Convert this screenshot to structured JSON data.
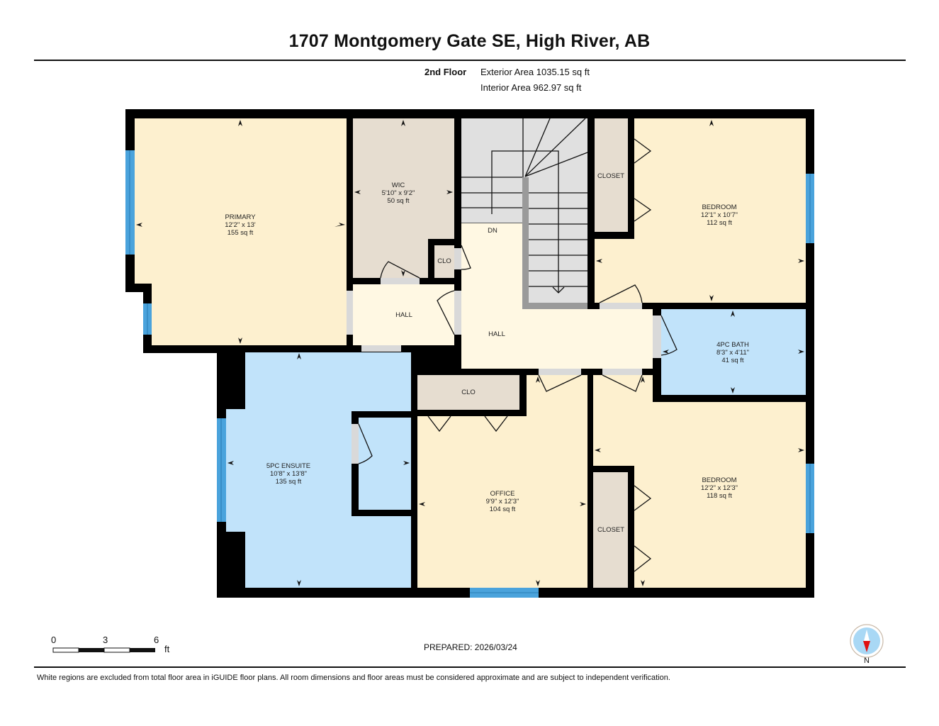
{
  "header": {
    "title": "1707 Montgomery Gate SE, High River, AB",
    "floor": "2nd Floor",
    "exterior_area": "Exterior Area 1035.15 sq ft",
    "interior_area": "Interior Area 962.97 sq ft"
  },
  "rooms": {
    "primary": {
      "name": "PRIMARY",
      "dims": "12'2\" x 13'",
      "area": "155 sq ft"
    },
    "wic": {
      "name": "WIC",
      "dims": "5'10\" x 9'2\"",
      "area": "50 sq ft"
    },
    "clo_small": {
      "name": "CLO"
    },
    "hall_left": {
      "name": "HALL"
    },
    "hall_main": {
      "name": "HALL"
    },
    "stairs": {
      "label": "DN"
    },
    "closet_top": {
      "name": "CLOSET"
    },
    "bedroom_top": {
      "name": "BEDROOM",
      "dims": "12'1\" x 10'7\"",
      "area": "112 sq ft"
    },
    "bath": {
      "name": "4PC BATH",
      "dims": "8'3\" x 4'11\"",
      "area": "41 sq ft"
    },
    "ensuite": {
      "name": "5PC ENSUITE",
      "dims": "10'8\" x 13'8\"",
      "area": "135 sq ft"
    },
    "clo_office": {
      "name": "CLO"
    },
    "office": {
      "name": "OFFICE",
      "dims": "9'9\" x 12'3\"",
      "area": "104 sq ft"
    },
    "closet_bottom": {
      "name": "CLOSET"
    },
    "bedroom_bottom": {
      "name": "BEDROOM",
      "dims": "12'2\" x 12'3\"",
      "area": "118 sq ft"
    }
  },
  "colors": {
    "bedroom": "#fdf0cf",
    "closet": "#e6ddd0",
    "hall": "#fff8e3",
    "bath": "#c1e3fa",
    "stairs": "#e0e0e0",
    "wall": "#000000",
    "window": "#4aa3dc"
  },
  "scale_bar": {
    "ticks": [
      "0",
      "3",
      "6"
    ],
    "unit": "ft"
  },
  "prepared": "PREPARED: 2026/03/24",
  "compass": {
    "label": "N"
  },
  "footer": {
    "disclaimer": "White regions are excluded from total floor area in iGUIDE floor plans. All room dimensions and floor areas must be considered approximate and are subject to independent verification."
  }
}
